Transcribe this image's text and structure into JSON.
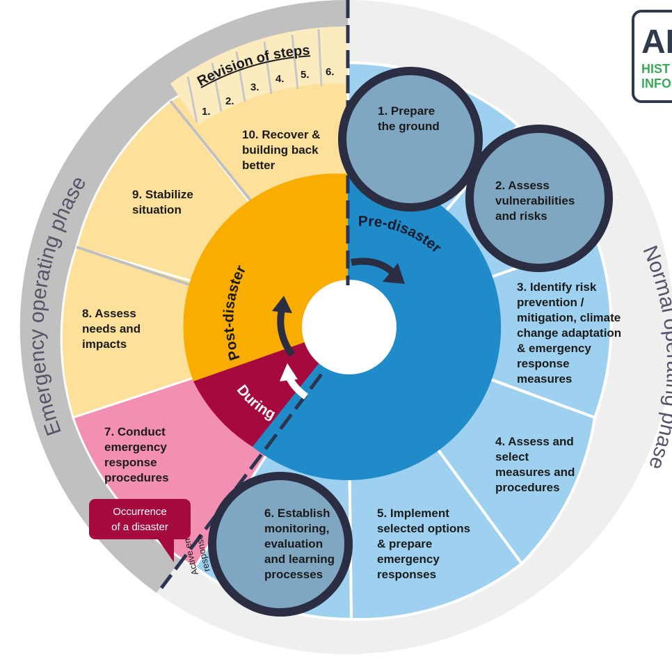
{
  "outer_ring": {
    "emergency_phase": "Emergency operating phase",
    "normal_phase": "Normal operating phase"
  },
  "revision": {
    "title": "Revision of steps",
    "steps": [
      "1.",
      "2.",
      "3.",
      "4.",
      "5.",
      "6."
    ]
  },
  "steps": {
    "s1": [
      "1. Prepare",
      "the ground"
    ],
    "s2": [
      "2. Assess",
      "vulnerabilities",
      "and risks"
    ],
    "s3": [
      "3. Identify risk",
      "prevention /",
      "mitigation, climate",
      "change adaptation",
      "& emergency",
      "response",
      "measures"
    ],
    "s4": [
      "4. Assess and",
      "select",
      "measures and",
      "procedures"
    ],
    "s5": [
      "5. Implement",
      "selected options",
      "& prepare",
      "emergency",
      "responses"
    ],
    "s6": [
      "6. Establish",
      "monitoring,",
      "evaluation",
      "and learning",
      "processes"
    ],
    "s7": [
      "7. Conduct",
      "emergency",
      "response",
      "procedures"
    ],
    "s8": [
      "8. Assess",
      "needs and",
      "impacts"
    ],
    "s9": [
      "9. Stabilize",
      "situation"
    ],
    "s10": [
      "10. Recover &",
      "building back",
      "better"
    ]
  },
  "inner": {
    "pre": "Pre-disaster",
    "post": "Post-disaster",
    "during": "During"
  },
  "active_emergency": [
    "Active emergency",
    "response"
  ],
  "callout": [
    "Occurrence",
    "of a disaster"
  ],
  "logo": {
    "letters": "AI",
    "line1": "HIST",
    "line2": "INFO"
  },
  "colors": {
    "outer_gray": "#c0c0c0",
    "outer_light": "#efefef",
    "pale_yellow": "#fde09a",
    "light_yellow": "#fdebc0",
    "pink": "#f48fb4",
    "light_blue": "#9dd1ef",
    "inner_blue": "#1f8bc9",
    "inner_orange": "#f9ad00",
    "inner_maroon": "#a5093e",
    "dark_navy": "#2b2d42",
    "highlight_fill": "#7fa7c2"
  }
}
